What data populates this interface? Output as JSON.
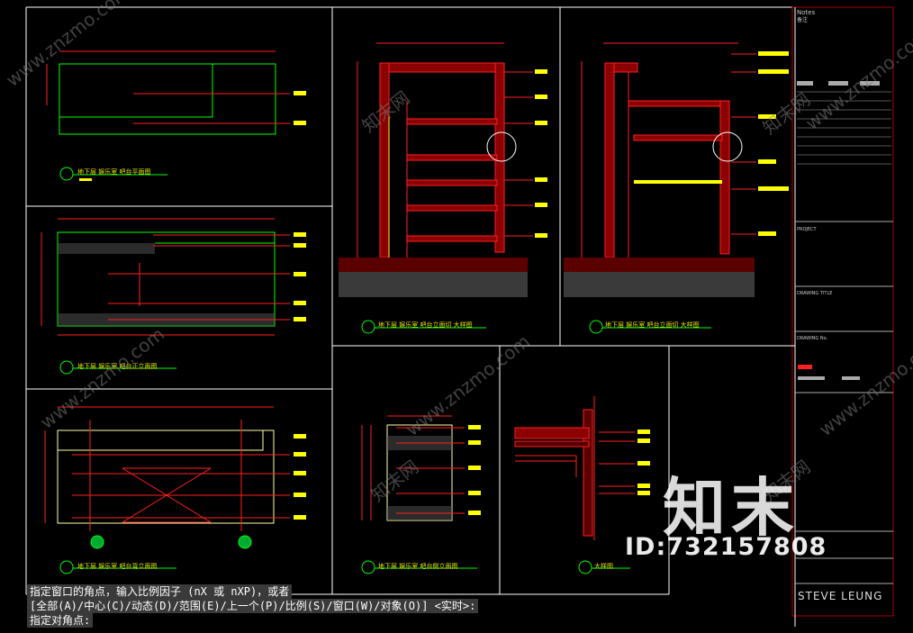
{
  "title_block": {
    "notes_label": "Notes",
    "notes_sub": "备注",
    "project_label": "PROJECT",
    "drawing_title_label": "DRAWING TITLE",
    "drawing_no_label": "DRAWING No.",
    "brand": "STEVE LEUNG"
  },
  "views": {
    "a_caption": "地下层  娱乐室  吧台平面图",
    "b_caption": "地下层  娱乐室  吧台正立面图",
    "c_caption": "地下层  娱乐室  吧台背立面图",
    "d_caption": "地下层  娱乐室  吧台侧立面图",
    "e1_caption": "地下层  娱乐室  吧台立面切 大样图",
    "e2_caption": "地下层  娱乐室  吧台立面切 大样图",
    "f_caption": "大样图"
  },
  "command": {
    "line1": "指定窗口的角点，输入比例因子 (nX 或 nXP)，或者",
    "line2": "[全部(A)/中心(C)/动态(D)/范围(E)/上一个(P)/比例(S)/窗口(W)/对象(O)] <实时>:",
    "line3": "指定对角点:"
  },
  "watermark": {
    "big": "知末",
    "id": "ID:732157808",
    "site": "www.znzmo.com",
    "site_cn": "知末网"
  },
  "colors": {
    "background": "#000000",
    "frame": "#ffffff",
    "red": "#ff2020",
    "yellow": "#ffff00",
    "green": "#00ff00",
    "command_bg": "#3a3a3a"
  }
}
